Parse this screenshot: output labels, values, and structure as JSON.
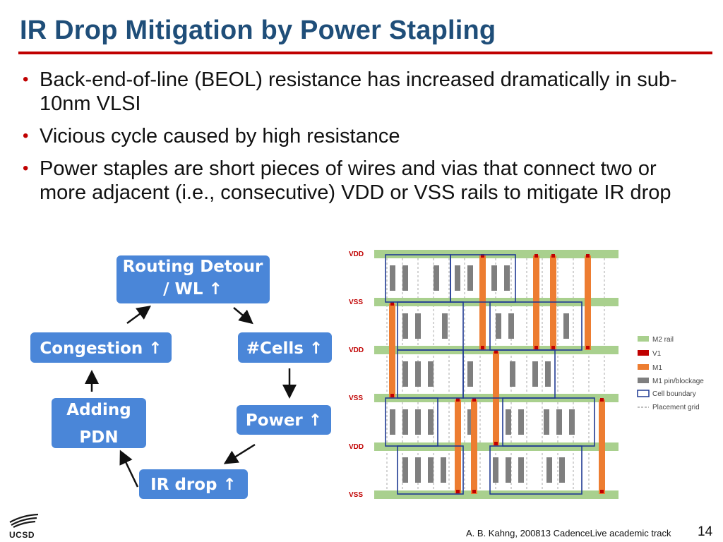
{
  "slide": {
    "title": "IR Drop Mitigation by Power Stapling",
    "bullets": [
      "Back-end-of-line (BEOL) resistance has increased dramatically in sub-10nm VLSI",
      "Vicious cycle caused by high resistance",
      "Power staples are short pieces of wires and vias that connect two or more adjacent (i.e., consecutive) VDD or VSS rails to mitigate IR drop"
    ],
    "footer": "A. B. Kahng, 200813 CadenceLive academic track",
    "page_number": "14",
    "logo_text": "UCSD"
  },
  "cycle": {
    "nodes": [
      "Routing Detour / WL ↑",
      "#Cells ↑",
      "Power ↑",
      "IR drop ↑",
      "Adding PDN",
      "Congestion ↑"
    ],
    "node1_line1": "Routing Detour",
    "node1_line2": "/ WL ↑",
    "node2": "#Cells ↑",
    "node3": "Power ↑",
    "node4": "IR drop ↑",
    "node5_line1": "Adding",
    "node5_line2": "PDN",
    "node6": "Congestion ↑",
    "box_color": "#4a86d8"
  },
  "layout_figure": {
    "rails": [
      "VDD",
      "VSS",
      "VDD",
      "VSS",
      "VDD",
      "VSS"
    ],
    "legend": [
      "M2 rail",
      "V1",
      "M1",
      "M1 pin/blockage",
      "Cell boundary",
      "Placement grid"
    ],
    "colors": {
      "m2_rail": "#a9d08e",
      "v1": "#c00000",
      "m1": "#ed7d31",
      "m1_pin": "#7f7f7f",
      "cell_boundary": "#1f3a93",
      "placement_grid": "#aaaaaa"
    }
  }
}
